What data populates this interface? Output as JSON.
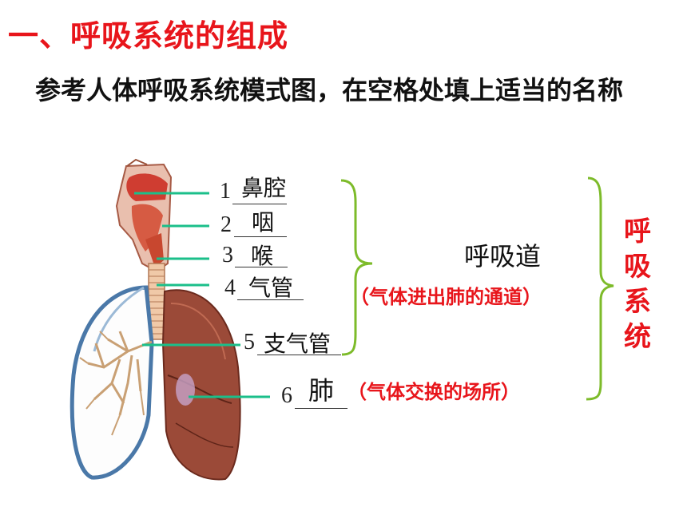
{
  "title": "一、呼吸系统的组成",
  "instruction": "参考人体呼吸系统模式图，在空格处填上适当的名称",
  "labels": [
    {
      "number": "1",
      "answer": "鼻腔"
    },
    {
      "number": "2",
      "answer": "咽"
    },
    {
      "number": "3",
      "answer": "喉"
    },
    {
      "number": "4",
      "answer": "气管"
    },
    {
      "number": "5",
      "answer": "支气管"
    },
    {
      "number": "6",
      "answer": "肺"
    }
  ],
  "respiratory_tract": {
    "label": "呼吸道",
    "note": "（气体进出肺的通道）"
  },
  "lung_note": "（气体交换的场所）",
  "system_label": [
    "呼",
    "吸",
    "系",
    "统"
  ],
  "colors": {
    "title": "#e8151b",
    "pointer": "#1bbf8a",
    "bracket": "#7dbb2a"
  }
}
